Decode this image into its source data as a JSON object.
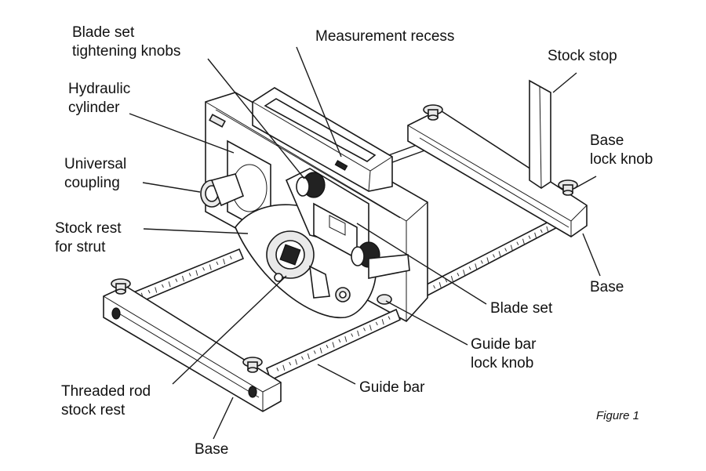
{
  "labels": {
    "blade_set_tightening_knobs": [
      "Blade set",
      "tightening knobs"
    ],
    "measurement_recess": "Measurement recess",
    "stock_stop": "Stock stop",
    "hydraulic_cylinder": [
      "Hydraulic",
      "cylinder"
    ],
    "base_lock_knob": [
      "Base",
      "lock knob"
    ],
    "universal_coupling": [
      "Universal",
      "coupling"
    ],
    "stock_rest_for_strut": [
      "Stock rest",
      "for strut"
    ],
    "base_right": "Base",
    "blade_set": "Blade set",
    "guide_bar_lock_knob": [
      "Guide bar",
      "lock knob"
    ],
    "threaded_rod_stock_rest": [
      "Threaded rod",
      "stock rest"
    ],
    "guide_bar": "Guide bar",
    "base_bottom": "Base"
  },
  "caption": "Figure 1"
}
